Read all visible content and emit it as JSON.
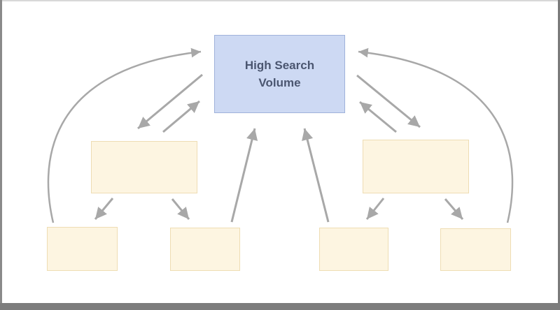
{
  "diagram": {
    "center_node": {
      "id": "high-search-volume",
      "label": "High Search Volume"
    },
    "mid_nodes": [
      {
        "id": "mid-left",
        "label": ""
      },
      {
        "id": "mid-right",
        "label": ""
      }
    ],
    "leaf_nodes": [
      {
        "id": "leaf-1",
        "label": ""
      },
      {
        "id": "leaf-2",
        "label": ""
      },
      {
        "id": "leaf-3",
        "label": ""
      },
      {
        "id": "leaf-4",
        "label": ""
      }
    ],
    "edges": [
      {
        "from": "high-search-volume",
        "to": "mid-left",
        "style": "straight"
      },
      {
        "from": "mid-left",
        "to": "high-search-volume",
        "style": "straight"
      },
      {
        "from": "high-search-volume",
        "to": "mid-right",
        "style": "straight"
      },
      {
        "from": "mid-right",
        "to": "high-search-volume",
        "style": "straight"
      },
      {
        "from": "mid-left",
        "to": "leaf-1",
        "style": "straight"
      },
      {
        "from": "mid-left",
        "to": "leaf-2",
        "style": "straight"
      },
      {
        "from": "mid-right",
        "to": "leaf-3",
        "style": "straight"
      },
      {
        "from": "mid-right",
        "to": "leaf-4",
        "style": "straight"
      },
      {
        "from": "leaf-2",
        "to": "high-search-volume",
        "style": "straight"
      },
      {
        "from": "leaf-3",
        "to": "high-search-volume",
        "style": "straight"
      },
      {
        "from": "leaf-1",
        "to": "high-search-volume",
        "style": "curved"
      },
      {
        "from": "leaf-4",
        "to": "high-search-volume",
        "style": "curved"
      }
    ],
    "colors": {
      "center_fill": "#cdd9f3",
      "center_border": "#9fb2da",
      "center_text": "#4b5670",
      "node_fill": "#fdf5e1",
      "node_border": "#eeddb3",
      "arrow": "#a8a8a8"
    }
  }
}
